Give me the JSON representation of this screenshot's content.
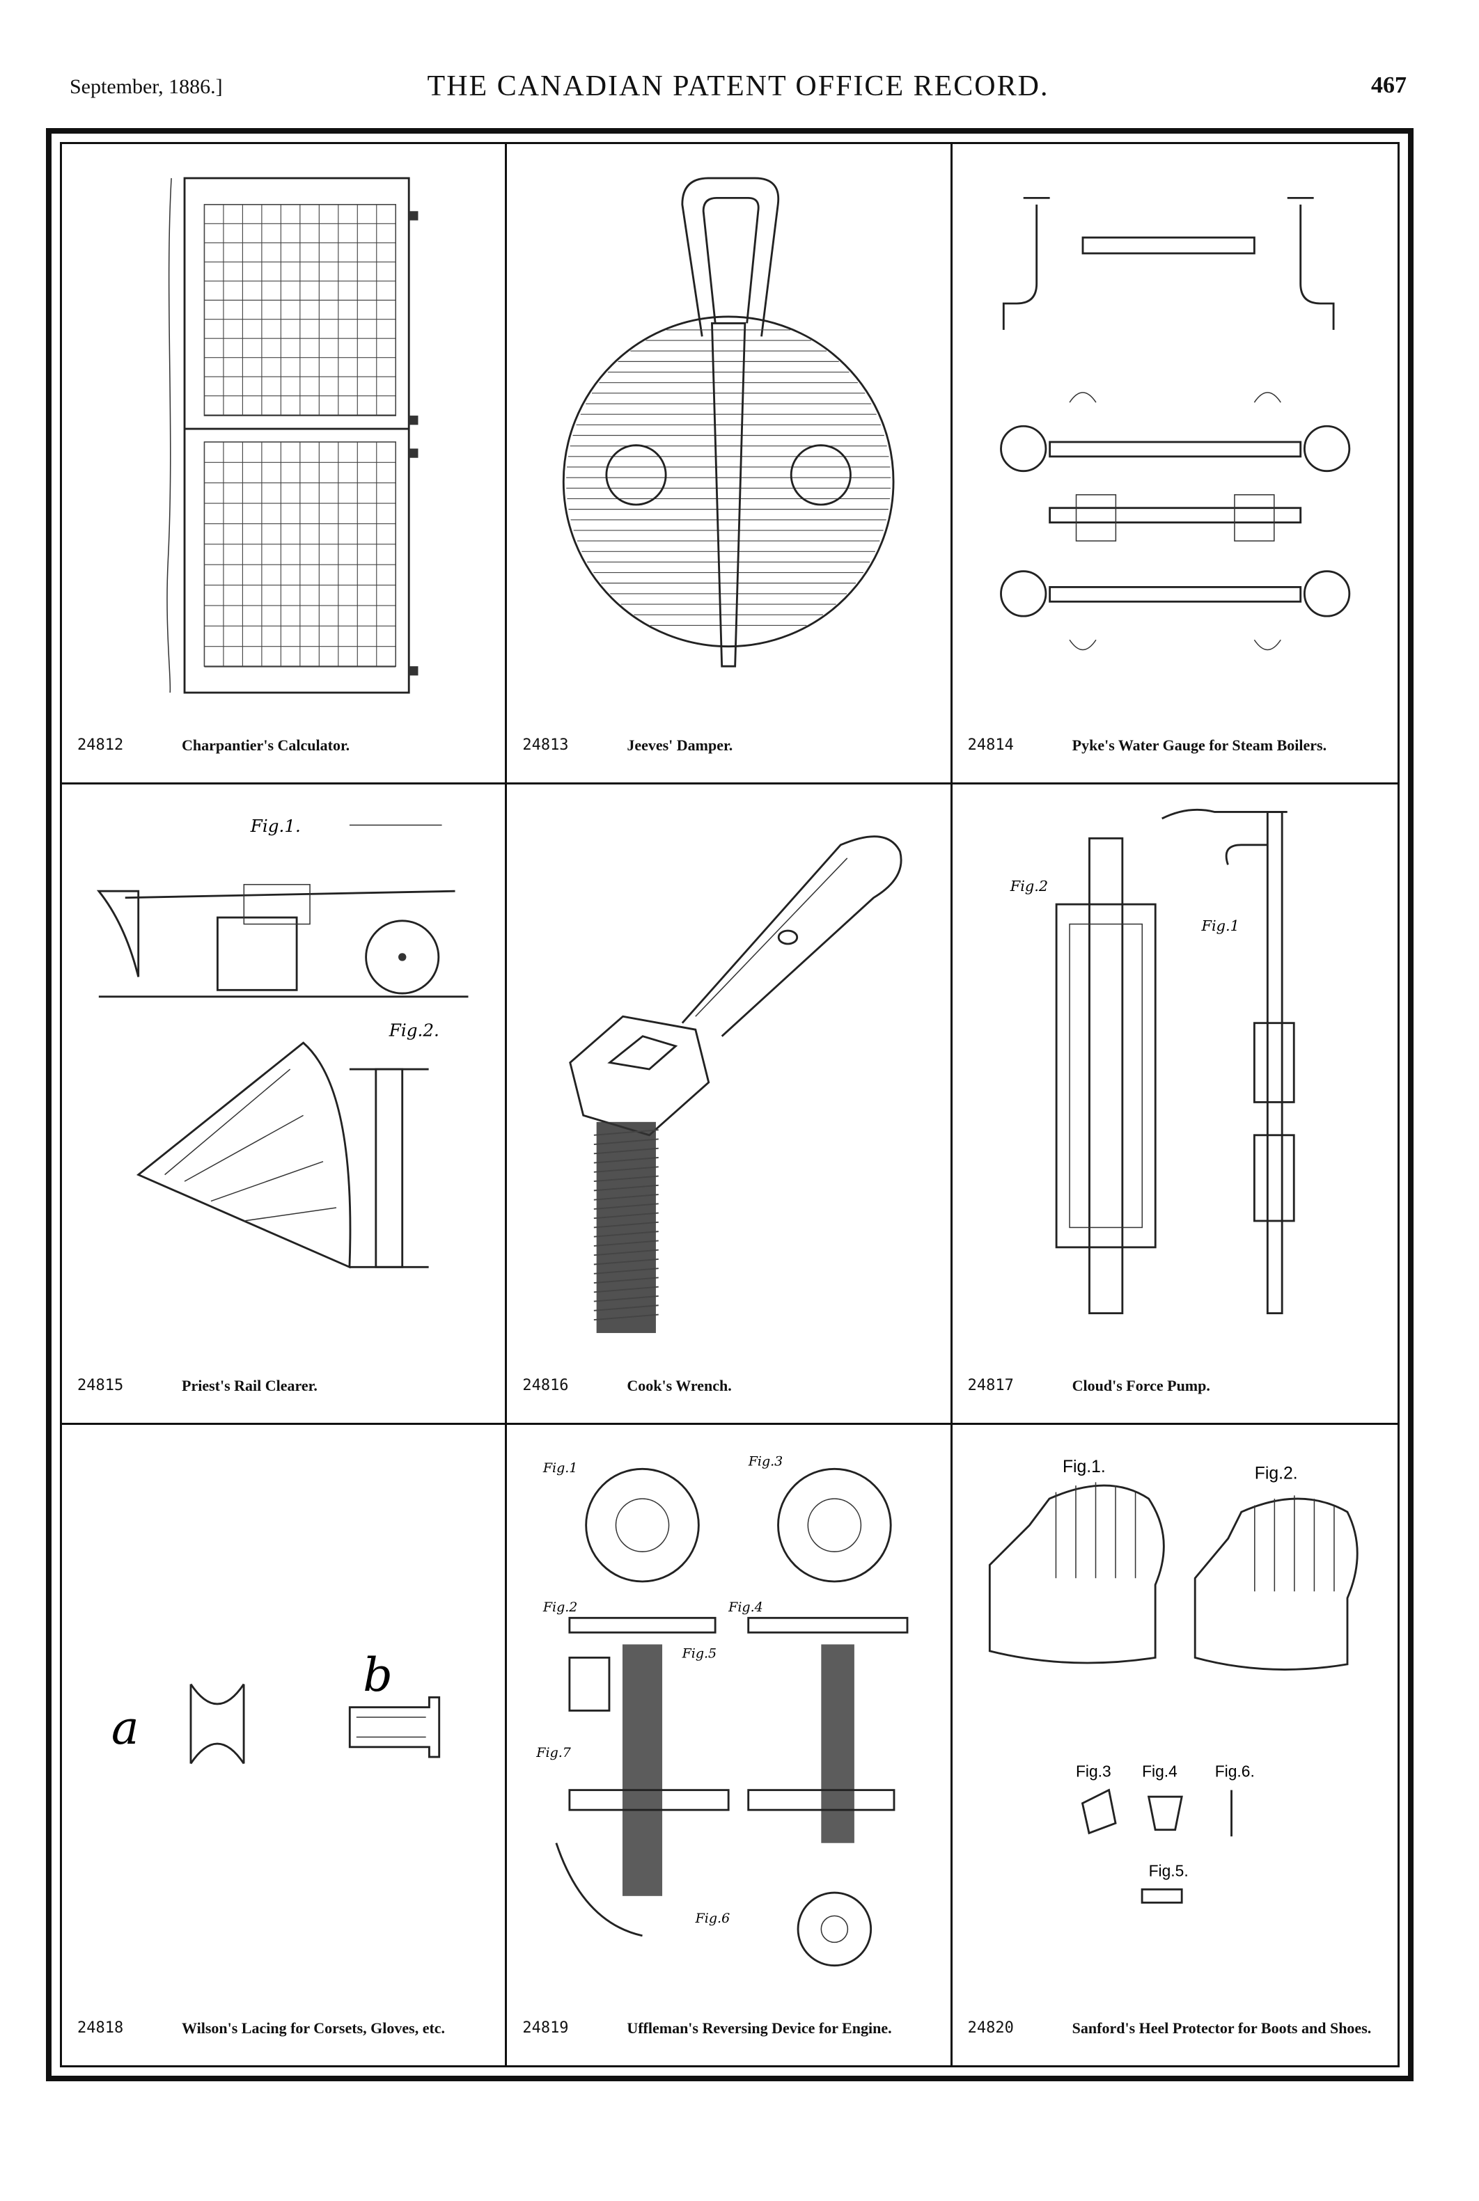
{
  "header": {
    "date": "September, 1886.]",
    "title": "THE CANADIAN PATENT OFFICE RECORD.",
    "page_number": "467"
  },
  "patents": [
    {
      "number": "24812",
      "title": "Charpantier's Calculator.",
      "labels": []
    },
    {
      "number": "24813",
      "title": "Jeeves' Damper.",
      "labels": []
    },
    {
      "number": "24814",
      "title": "Pyke's Water Gauge for Steam Boilers.",
      "labels": []
    },
    {
      "number": "24815",
      "title": "Priest's Rail Clearer.",
      "labels": [
        "Fig.1.",
        "Fig.2."
      ]
    },
    {
      "number": "24816",
      "title": "Cook's Wrench.",
      "labels": []
    },
    {
      "number": "24817",
      "title": "Cloud's Force Pump.",
      "labels": [
        "Fig.2",
        "Fig.1"
      ]
    },
    {
      "number": "24818",
      "title": "Wilson's Lacing for Corsets, Gloves, etc.",
      "labels": [
        "a",
        "b"
      ]
    },
    {
      "number": "24819",
      "title": "Uffleman's Reversing Device for Engine.",
      "labels": [
        "Fig.1",
        "Fig.3",
        "Fig.2",
        "Fig.4",
        "Fig.5",
        "Fig.7",
        "Fig.6"
      ]
    },
    {
      "number": "24820",
      "title": "Sanford's Heel Protector for Boots and Shoes.",
      "labels": [
        "Fig.1.",
        "Fig.2.",
        "Fig.3",
        "Fig.4",
        "Fig.6.",
        "Fig.5."
      ]
    }
  ]
}
